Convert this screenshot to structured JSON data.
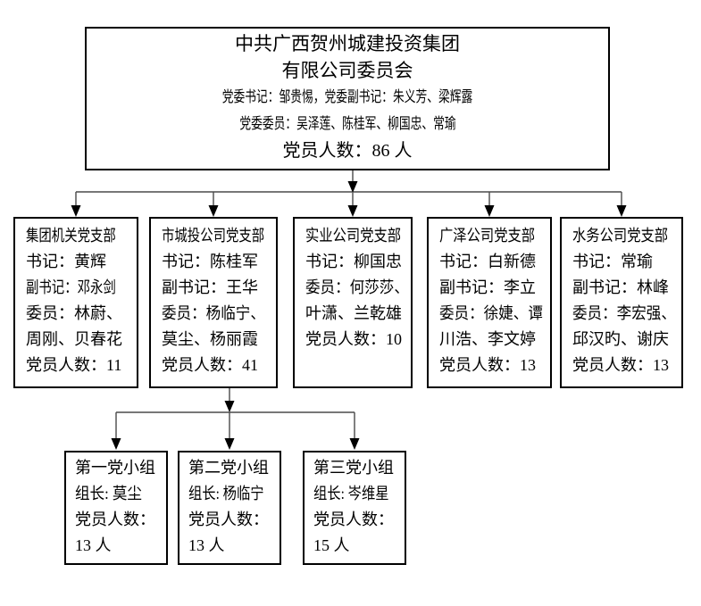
{
  "theme": {
    "background": "#ffffff",
    "box_border": "#000000",
    "text": "#000000",
    "connector_line": "#4a4a4a",
    "arrowhead": "#000000"
  },
  "committee": {
    "lines": [
      "中共广西贺州城建投资集团",
      "有限公司委员会",
      "党委书记：邹贵惕，党委副书记：朱义芳、梁辉露",
      "党委委员：吴泽莲、陈桂军、柳国忠、常瑜",
      "党员人数：86 人"
    ]
  },
  "branches": [
    {
      "title": "集团机关党支部",
      "lines": [
        "集团机关党支部",
        "书记：黄辉",
        "副书记：邓永剑",
        "委员：林蔚、",
        "周刚、贝春花",
        "党员人数：11"
      ]
    },
    {
      "title": "市城投公司党支部",
      "lines": [
        "市城投公司党支部",
        "书记：陈桂军",
        "副书记：王华",
        "委员：杨临宁、",
        "莫尘、杨丽霞",
        "党员人数：41"
      ]
    },
    {
      "title": "实业公司党支部",
      "lines": [
        "实业公司党支部",
        "书记：柳国忠",
        "委员：何莎莎、",
        "叶潇、兰乾雄",
        "党员人数：10"
      ]
    },
    {
      "title": "广泽公司党支部",
      "lines": [
        "广泽公司党支部",
        "书记：白新德",
        "副书记：李立",
        "委员：徐婕、谭",
        "川浩、李文婷",
        "党员人数：13"
      ]
    },
    {
      "title": "水务公司党支部",
      "lines": [
        "水务公司党支部",
        "书记：常瑜",
        "副书记：林峰",
        "委员：李宏强、",
        "邱汉旳、谢庆",
        "党员人数：13"
      ]
    }
  ],
  "party_groups": [
    {
      "lines": [
        "第一党小组",
        "组长: 莫尘",
        "党员人数：",
        "13 人"
      ]
    },
    {
      "lines": [
        "第二党小组",
        "组长: 杨临宁",
        "党员人数：",
        "13 人"
      ]
    },
    {
      "lines": [
        "第三党小组",
        "组长: 岑维星",
        "党员人数：",
        "15 人"
      ]
    }
  ]
}
